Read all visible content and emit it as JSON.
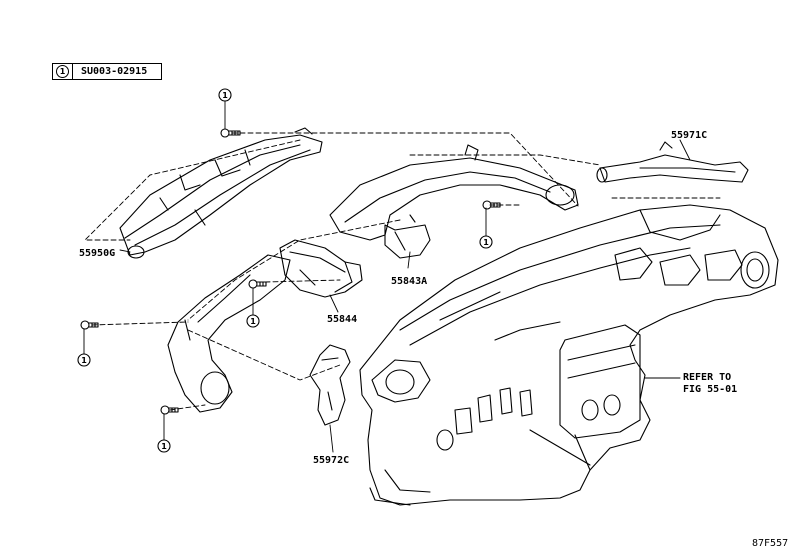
{
  "legend": {
    "symbol": "1",
    "code": "SU003-02915"
  },
  "parts": {
    "p55971C": "55971C",
    "p55950G": "55950G",
    "p55843A": "55843A",
    "p55844": "55844",
    "p55972C": "55972C"
  },
  "refer": {
    "line1": "REFER TO",
    "line2": "FIG 55-01"
  },
  "callout_symbol": "1",
  "figure_id": "87F557"
}
